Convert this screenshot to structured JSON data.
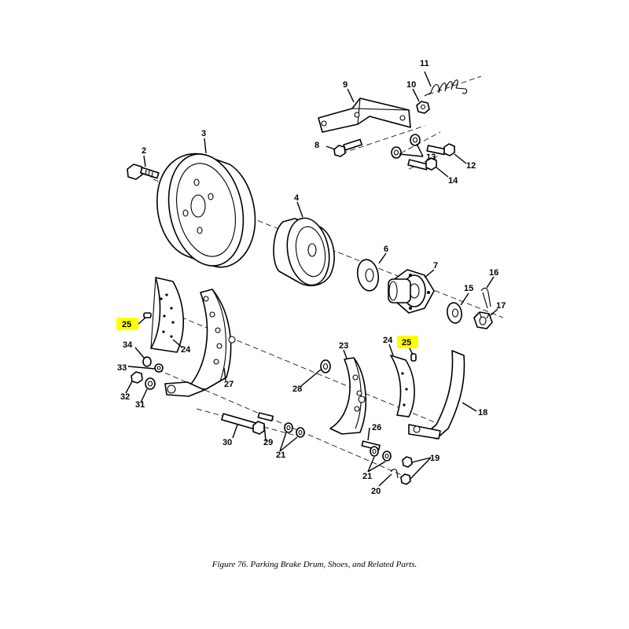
{
  "figure": {
    "caption": "Figure 76.  Parking Brake Drum, Shoes, and Related Parts."
  },
  "callouts": {
    "c2": "2",
    "c3": "3",
    "c4": "4",
    "c6": "6",
    "c7": "7",
    "c8": "8",
    "c9": "9",
    "c10": "10",
    "c11": "11",
    "c12": "12",
    "c13": "13",
    "c14": "14",
    "c15": "15",
    "c16": "16",
    "c17": "17",
    "c18": "18",
    "c19": "19",
    "c20": "20",
    "c21a": "21",
    "c21b": "21",
    "c23": "23",
    "c24a": "24",
    "c24b": "24",
    "c25a": "25",
    "c25b": "25",
    "c26": "26",
    "c27": "27",
    "c28": "28",
    "c29": "29",
    "c30": "30",
    "c31": "31",
    "c32": "32",
    "c33": "33",
    "c34": "34"
  },
  "highlight_color": "#ffff00"
}
